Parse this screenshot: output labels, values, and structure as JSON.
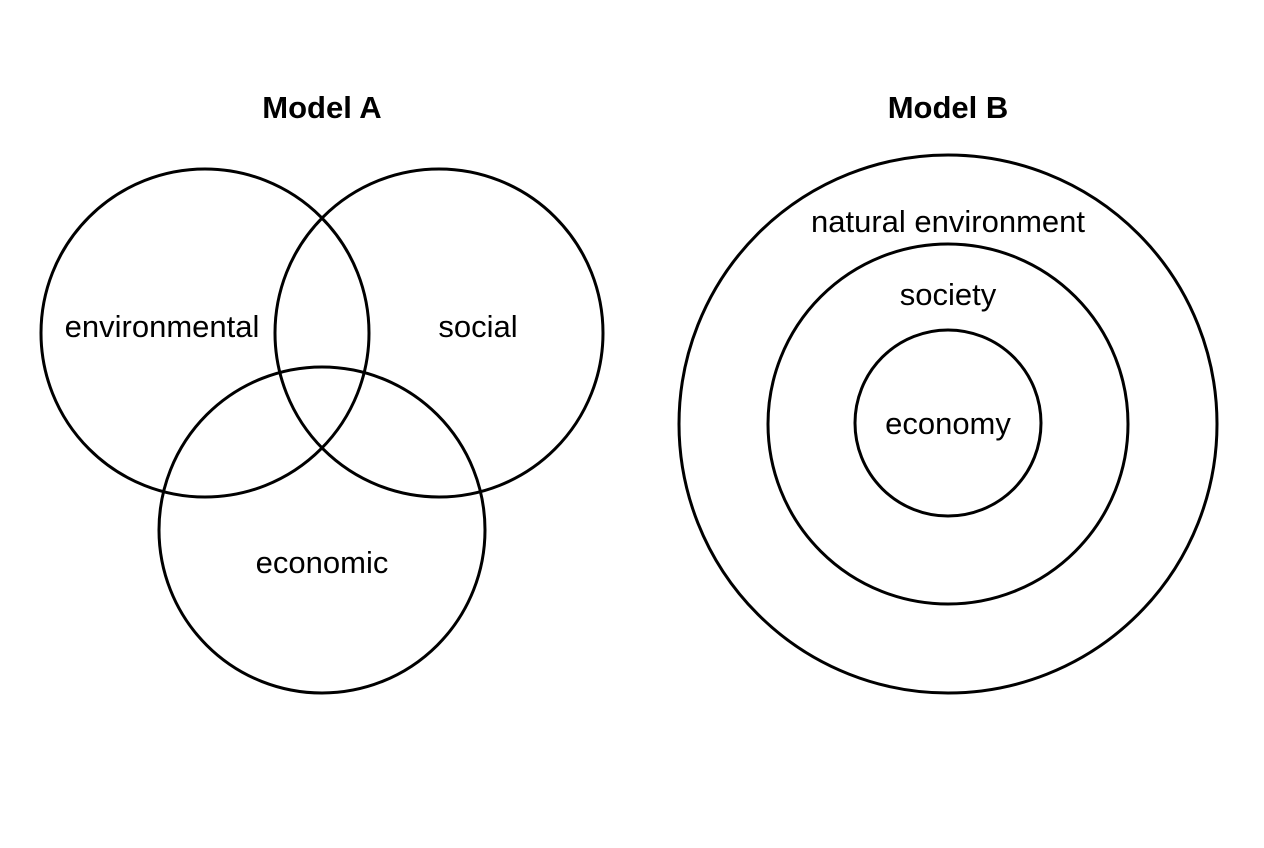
{
  "diagrams": [
    {
      "title": "Model A",
      "kind": "venn",
      "sets": [
        {
          "label": "environmental"
        },
        {
          "label": "social"
        },
        {
          "label": "economic"
        }
      ]
    },
    {
      "title": "Model B",
      "kind": "nested",
      "layers": [
        {
          "label": "natural environment"
        },
        {
          "label": "society"
        },
        {
          "label": "economy"
        }
      ]
    }
  ],
  "colors": {
    "stroke": "#000000",
    "text": "#000000",
    "background": "#ffffff"
  }
}
